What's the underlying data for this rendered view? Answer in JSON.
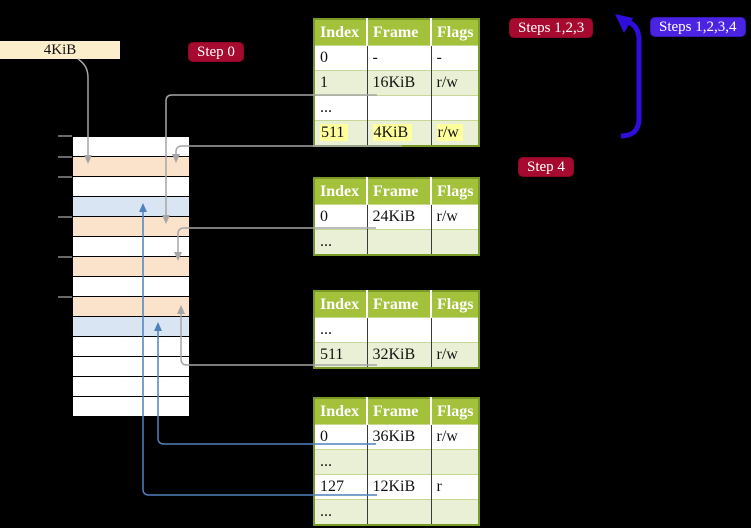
{
  "diagram": {
    "frame_size_label": "4KiB",
    "badges": {
      "step0": "Step 0",
      "steps_123": "Steps 1,2,3",
      "steps_1234": "Steps 1,2,3,4",
      "step4": "Step 4"
    },
    "page_tables": [
      {
        "id": "table-1",
        "headers": [
          "Index",
          "Frame",
          "Flags"
        ],
        "rows": [
          {
            "cells": [
              "0",
              "-",
              "-"
            ],
            "highlight": false
          },
          {
            "cells": [
              "1",
              "16KiB",
              "r/w"
            ],
            "highlight": false
          },
          {
            "cells": [
              "...",
              "",
              ""
            ],
            "highlight": false
          },
          {
            "cells": [
              "511",
              "4KiB",
              "r/w"
            ],
            "highlight": true
          }
        ]
      },
      {
        "id": "table-2",
        "headers": [
          "Index",
          "Frame",
          "Flags"
        ],
        "rows": [
          {
            "cells": [
              "0",
              "24KiB",
              "r/w"
            ],
            "highlight": false
          },
          {
            "cells": [
              "...",
              "",
              ""
            ],
            "highlight": false
          }
        ]
      },
      {
        "id": "table-3",
        "headers": [
          "Index",
          "Frame",
          "Flags"
        ],
        "rows": [
          {
            "cells": [
              "...",
              "",
              ""
            ],
            "highlight": false
          },
          {
            "cells": [
              "511",
              "32KiB",
              "r/w"
            ],
            "highlight": false
          }
        ]
      },
      {
        "id": "table-4",
        "headers": [
          "Index",
          "Frame",
          "Flags"
        ],
        "rows": [
          {
            "cells": [
              "0",
              "36KiB",
              "r/w"
            ],
            "highlight": false
          },
          {
            "cells": [
              "...",
              "",
              ""
            ],
            "highlight": false
          },
          {
            "cells": [
              "127",
              "12KiB",
              "r"
            ],
            "highlight": false
          },
          {
            "cells": [
              "...",
              "",
              ""
            ],
            "highlight": false
          }
        ]
      }
    ],
    "memory_rows": [
      "white",
      "orange",
      "white",
      "blue",
      "orange",
      "white",
      "orange",
      "white",
      "orange",
      "blue",
      "white",
      "white",
      "white",
      "white"
    ],
    "colors": {
      "table_header_bg": "#a3c13a",
      "table_row_alt_bg": "#eaf0d5",
      "table_border": "#7a9a28",
      "highlight_bg": "#ffff9c",
      "frame_label_bg": "#faeecb",
      "badge_red_bg": "#a60a2e",
      "badge_blue_bg": "#4b23e3",
      "mem_orange": "#fbe2cb",
      "mem_blue": "#d9e5f3",
      "connector_gray": "#a6a6a6",
      "connector_blue": "#4f81bd",
      "big_arrow_blue": "#2e0ddd"
    }
  }
}
